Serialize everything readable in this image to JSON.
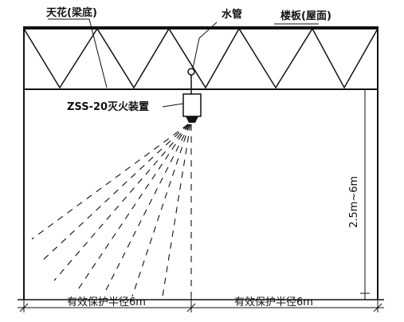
{
  "labels": {
    "ceiling": "天花(梁底)",
    "water_pipe": "水管",
    "floor_slab": "楼板(屋面)",
    "device": "ZSS-20灭火装置",
    "height_range": "2.5m~6m",
    "radius_left": "有效保护半径6m",
    "radius_right": "有效保护半径6m"
  },
  "colors": {
    "ink": "#111111",
    "background": "#ffffff"
  }
}
